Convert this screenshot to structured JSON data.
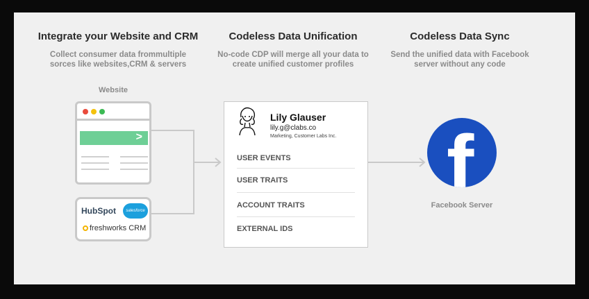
{
  "columns": [
    {
      "title": "Integrate your Website and CRM",
      "subtitle": [
        "Collect consumer data frommultiple",
        "sorces like websites,CRM & servers"
      ]
    },
    {
      "title": "Codeless Data Unification",
      "subtitle": [
        "No-code CDP will merge all your data to",
        "create unified customer profiles"
      ]
    },
    {
      "title": "Codeless Data Sync",
      "subtitle": [
        "Send the unified data with Facebook",
        "server without any code"
      ]
    }
  ],
  "website_label": "Website",
  "website_cta_glyph": ">",
  "crm": {
    "hubspot": "HubSpot",
    "salesforce": "salesforce",
    "freshworks": "freshworks CRM"
  },
  "profile": {
    "name": "Lily Glauser",
    "email": "lily.g@clabs.co",
    "org": "Marketing, Customer Labs Inc.",
    "rows": [
      "USER EVENTS",
      "USER TRAITS",
      "ACCOUNT TRAITS",
      "EXTERNAL IDS"
    ]
  },
  "facebook_label": "Facebook Server",
  "colors": {
    "background": "#f0f0f0",
    "cta": "#6ecf96",
    "facebook": "#1a4fbf",
    "connector": "#c9c9c9"
  }
}
